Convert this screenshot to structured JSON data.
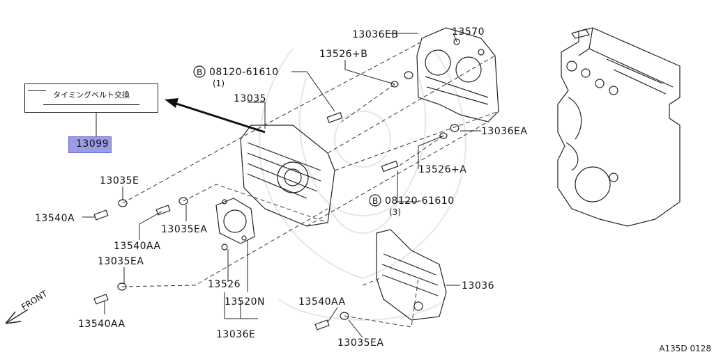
{
  "caption": {
    "text": "タイミングベルト交換",
    "part": "13099"
  },
  "labels": {
    "l13036EB": "13036EB",
    "l13570": "13570",
    "l13526B": "13526+B",
    "l08120a": "08120-61610",
    "l08120a_qty": "(1)",
    "l13035": "13035",
    "l13036EA_r": "13036EA",
    "l13526A": "13526+A",
    "l08120b": "08120-61610",
    "l08120b_qty": "(3)",
    "l13035E": "13035E",
    "l13540A": "13540A",
    "l13035EA_a": "13035EA",
    "l13540AA_a": "13540AA",
    "l13035EA_b": "13035EA",
    "l13526": "13526",
    "l13520N": "13520N",
    "l13540AA_b": "13540AA",
    "l13036E": "13036E",
    "l13036": "13036",
    "l13540AA_c": "13540AA",
    "l13035EA_c": "13035EA",
    "front": "FRONT",
    "bolt_symbol": "B"
  },
  "reference": "A135D 0128"
}
